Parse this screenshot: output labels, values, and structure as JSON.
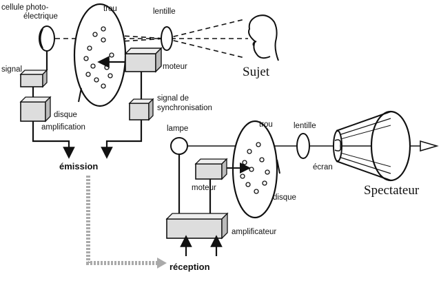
{
  "labels": {
    "cellule_line1": "cellule photo-",
    "cellule_line2": "électrique",
    "trou_top": "trou",
    "lentille_top": "lentille",
    "signal": "signal",
    "moteur_top": "moteur",
    "sujet": "Sujet",
    "sync_line1": "signal de",
    "sync_line2": "synchronisation",
    "disque_top": "disque",
    "amplification": "amplification",
    "lampe": "lampe",
    "trou_bottom": "trou",
    "lentille_bottom": "lentille",
    "emission": "émission",
    "ecran": "écran",
    "moteur_bottom": "moteur",
    "disque_bottom": "disque",
    "spectateur": "Spectateur",
    "amplificateur": "amplificateur",
    "reception": "réception"
  }
}
